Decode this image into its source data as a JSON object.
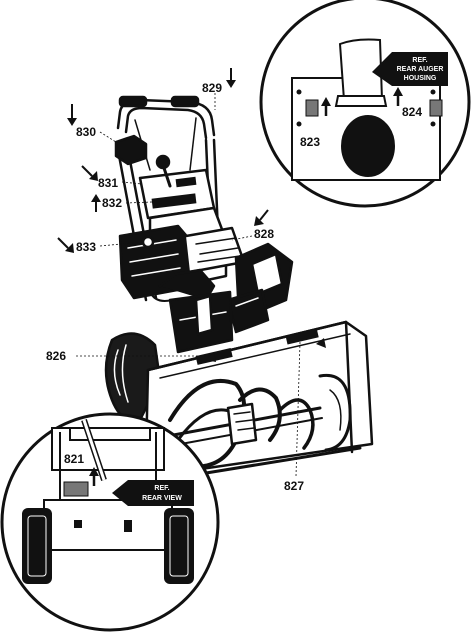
{
  "diagram": {
    "parts": {
      "p821": "821",
      "p823": "823",
      "p824": "824",
      "p826": "826",
      "p827": "827",
      "p828": "828",
      "p829": "829",
      "p830": "830",
      "p831": "831",
      "p832": "832",
      "p833": "833"
    },
    "callouts": {
      "rear_auger_line1": "REF.",
      "rear_auger_line2": "REAR AUGER",
      "rear_auger_line3": "HOUSING",
      "rear_view_line1": "REF.",
      "rear_view_line2": "REAR VIEW"
    }
  }
}
